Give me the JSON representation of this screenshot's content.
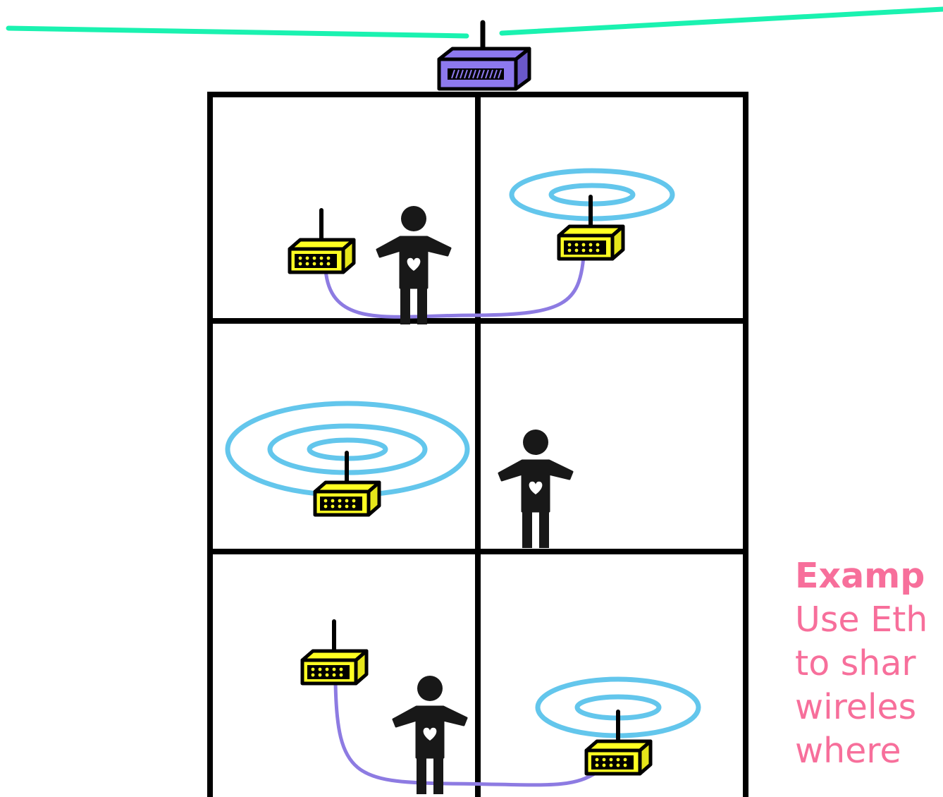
{
  "caption": {
    "heading": "Examp",
    "lines": [
      "Use Eth",
      "to shar",
      "wireles",
      "where"
    ]
  },
  "colors": {
    "uplink": "#1af2b0",
    "main_router": "#8d79ee",
    "extender": "#ffff22",
    "signal": "#63c6ec",
    "cable": "#8d7be2",
    "caption": "#f76f9b",
    "walls": "#000000"
  },
  "icons": [
    "main-router-icon",
    "extender-icon",
    "person-icon",
    "wifi-signal-icon",
    "ethernet-cable"
  ]
}
